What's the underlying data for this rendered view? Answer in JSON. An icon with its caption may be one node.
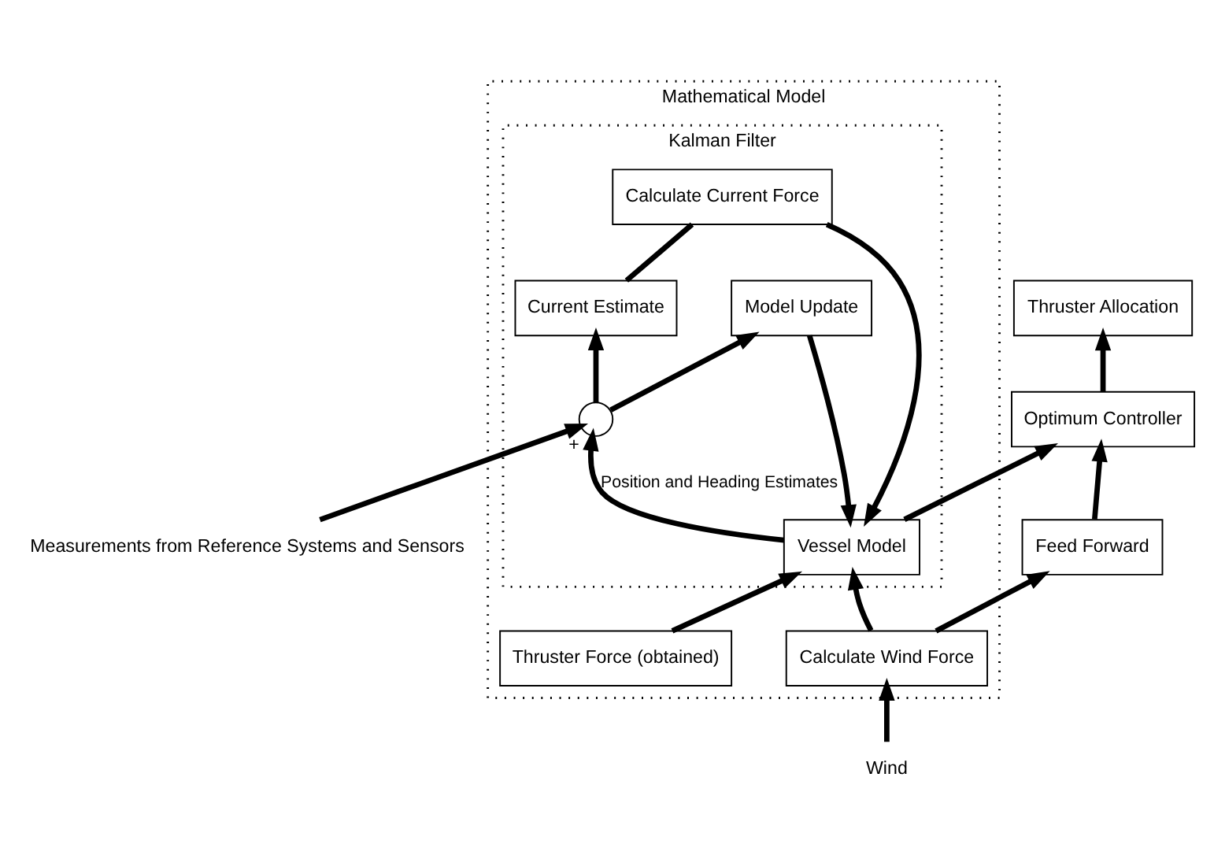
{
  "diagram": {
    "nodes": [
      {
        "text": [
          "Mathematical Model"
        ]
      },
      {
        "text": [
          "Kalman Filter"
        ],
        "in": 0
      },
      {
        "text": [
          "Wind"
        ]
      },
      {
        "text": [
          "Measurements from Reference Systems and Sensors"
        ]
      },
      {
        "text": [
          "Thruster Allocation"
        ]
      },
      {
        "text": [
          "Feed Forward"
        ]
      },
      {
        "text": [
          "Optimum Controller"
        ]
      },
      {
        "text": [
          "Calculate Wind Force"
        ],
        "in": 0
      },
      {
        "text": [
          "Thruster Force (obtained)"
        ],
        "in": 0
      },
      {
        "text": [
          "Vessel Model"
        ],
        "in": 1
      },
      {
        "text": [],
        "shape": "circle",
        "in": 1,
        "beside": [
          "+"
        ]
      },
      {
        "text": [
          "Calculate Current Force"
        ],
        "in": 1
      },
      {
        "text": [
          "Model Update"
        ],
        "in": 1
      },
      {
        "text": [
          "Current Estimate"
        ],
        "in": 1
      }
    ],
    "edges": [
      {
        "from": 2,
        "to": 7,
        "arrow": "to"
      },
      {
        "from": 7,
        "to": 5,
        "arrow": "to"
      },
      {
        "from": 5,
        "to": 6,
        "arrow": "to"
      },
      {
        "from": 6,
        "to": 4,
        "arrow": "to"
      },
      {
        "from": 7,
        "to": 9,
        "arrow": "to"
      },
      {
        "from": 8,
        "to": 9,
        "arrow": "to"
      },
      {
        "from": 9,
        "to": 10,
        "arrow": "to",
        "label": "Position and Heading Estimates"
      },
      {
        "from": 9,
        "to": 6,
        "arrow": "to"
      },
      {
        "from": 3,
        "to": 10,
        "arrow": "to"
      },
      {
        "from": 10,
        "to": 12,
        "arrow": "to"
      },
      {
        "from": 10,
        "to": 13,
        "arrow": "to"
      },
      {
        "from": 12,
        "to": 9,
        "arrow": "to"
      },
      {
        "from": 13,
        "to": 11,
        "arrow": "none"
      },
      {
        "from": 11,
        "to": 9,
        "arrow": "to"
      }
    ]
  }
}
